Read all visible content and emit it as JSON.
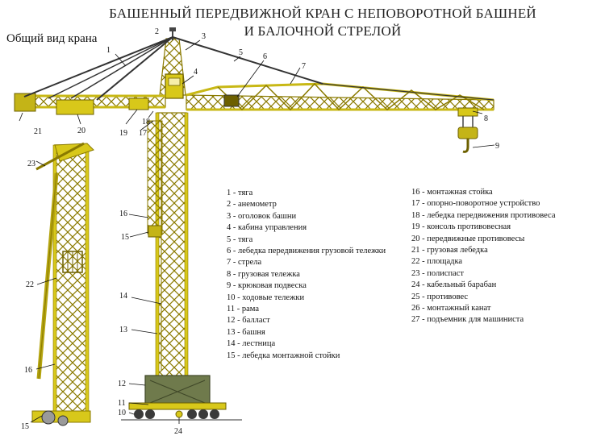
{
  "title_line1": "БАШЕННЫЙ ПЕРЕДВИЖНОЙ КРАН С НЕПОВОРОТНОЙ БАШНЕЙ",
  "title_line2": "И БАЛОЧНОЙ СТРЕЛОЙ",
  "subtitle": "Общий вид крана",
  "legend_left": [
    "1 - тяга",
    "2 - анемометр",
    "3 - оголовок башни",
    "4 - кабина управления",
    "5 - тяга",
    "6 - лебедка передвижения грузовой тележки",
    "7 - стрела",
    "8 - грузовая тележка",
    "9 - крюковая подвеска",
    "10 - ходовые тележки",
    "11 - рама",
    "12 - балласт",
    "13 - башня",
    "14 - лестница",
    "15 - лебедка монтажной стойки"
  ],
  "legend_right": [
    "16 - монтажная стойка",
    "17 - опорно-поворотное устройство",
    "18 - лебедка передвижения противовеса",
    "19 - консоль противовесная",
    "20 - передвижные противовесы",
    "21 - грузовая лебедка",
    "22 - площадка",
    "23 - полиспаст",
    "24 - кабельный барабан",
    "25 - противовес",
    "26 - монтажный канат",
    "27 - подъемник для машиниста"
  ],
  "callouts": {
    "c1": "1",
    "c2": "2",
    "c3": "3",
    "c4": "4",
    "c5": "5",
    "c6": "6",
    "c7": "7",
    "c8": "8",
    "c9": "9",
    "c10": "10",
    "c11": "11",
    "c12": "12",
    "c13": "13",
    "c14": "14",
    "c15a": "15",
    "c15b": "15",
    "c16a": "16",
    "c16b": "16",
    "c17": "17",
    "c18": "18",
    "c19": "19",
    "c20": "20",
    "c21": "21",
    "c22": "22",
    "c23": "23",
    "c24": "24"
  },
  "colors": {
    "steel": "#d8c81a",
    "steel_dark": "#8a7a00",
    "ballast": "#6f7a4c",
    "wheels": "#3a3a3a"
  }
}
